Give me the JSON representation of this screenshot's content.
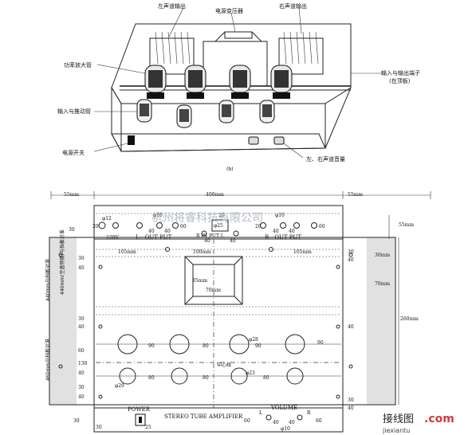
{
  "top_view": {
    "label_left_output": "左声道输出",
    "label_power_transformer": "电源变压器",
    "label_right_output": "右声道输出",
    "label_power_tube": "功率放大管",
    "label_input_io": "输入与输出端子",
    "label_io_note": "(在顶板)",
    "label_input_driver": "输入与推动管",
    "label_power_switch": "电源开关",
    "label_volume": "左、右声道音量",
    "caption": "(b)"
  },
  "plan": {
    "dim_55_left": "55mm",
    "dim_400_top": "400mm",
    "dim_55_right": "55mm",
    "dim_30_top": "30",
    "dim_phi12": "φ12",
    "dim_phi10_l": "φ10",
    "dim_20_l": "20",
    "dim_40_l": "40",
    "dim_40_l2": "40",
    "dim_60_l": "60",
    "label_220v": "~220V",
    "label_l_output": "L－OUT PUT",
    "dim_20_in": "20",
    "label_phi25": "φ25",
    "dim_40_in1": "40",
    "dim_40_in2": "40",
    "label_r_input_l": "R IN PUT L",
    "dim_phi10_r": "φ10",
    "dim_20_r": "20",
    "dim_40_r": "40",
    "dim_40_r2": "40",
    "dim_60_r": "60",
    "label_r_output": "R－OUT PUT",
    "dim_55mm_right": "55mm",
    "dim_105_left": "105mm",
    "dim_100_center": "100mm",
    "dim_105_right": "105mm",
    "dim_30_l1": "30",
    "dim_40_l1": "40",
    "dim_30_r1": "30",
    "dim_40_r1": "40",
    "dim_30mm_right": "30mm",
    "dim_70mm_right": "70mm",
    "dim_85mm": "85mm",
    "dim_70mm_center": "70mm",
    "dim_260mm": "260mm",
    "vert_left_1": "440mm与挡板对准",
    "vert_left_2": "440mm(空盒侧板)与挡板对准",
    "vert_left_3": "460mm与挡板对准",
    "dim_30_l2": "30",
    "dim_40_l2b": "40",
    "dim_phi28_top": "φ28",
    "dim_90_1": "90",
    "dim_80_1": "80",
    "dim_90_2": "90",
    "dim_90_3": "90",
    "dim_40_r2b": "40",
    "dim_60_left": "60",
    "dim_130": "130",
    "dim_40_left3": "40",
    "label_center_line": "中心线",
    "dim_80_2": "80",
    "dim_phi23": "φ23",
    "dim_80_3": "80",
    "dim_80_4": "80",
    "dim_phi29": "φ29",
    "dim_30_left4": "30",
    "dim_40_left4": "40",
    "dim_30_bottom_left": "30",
    "label_power": "POWER",
    "label_stereo": "STEREO TUBE AMPLIFIER",
    "label_volume": "VOLUME",
    "dim_30_bl": "30",
    "dim_25": "25",
    "dim_l": "L",
    "dim_r": "R",
    "dim_60_bl": "60",
    "dim_40_b1": "40",
    "dim_40_b2": "40",
    "dim_60_br": "60",
    "dim_phi10_b": "φ10",
    "dim_30_br": "30",
    "dim_40_br": "40"
  },
  "watermark": "杭州将睿科技有限公司",
  "logo": {
    "cn": "接线图",
    "dot_com": ".com",
    "url": "jiexiantu"
  }
}
